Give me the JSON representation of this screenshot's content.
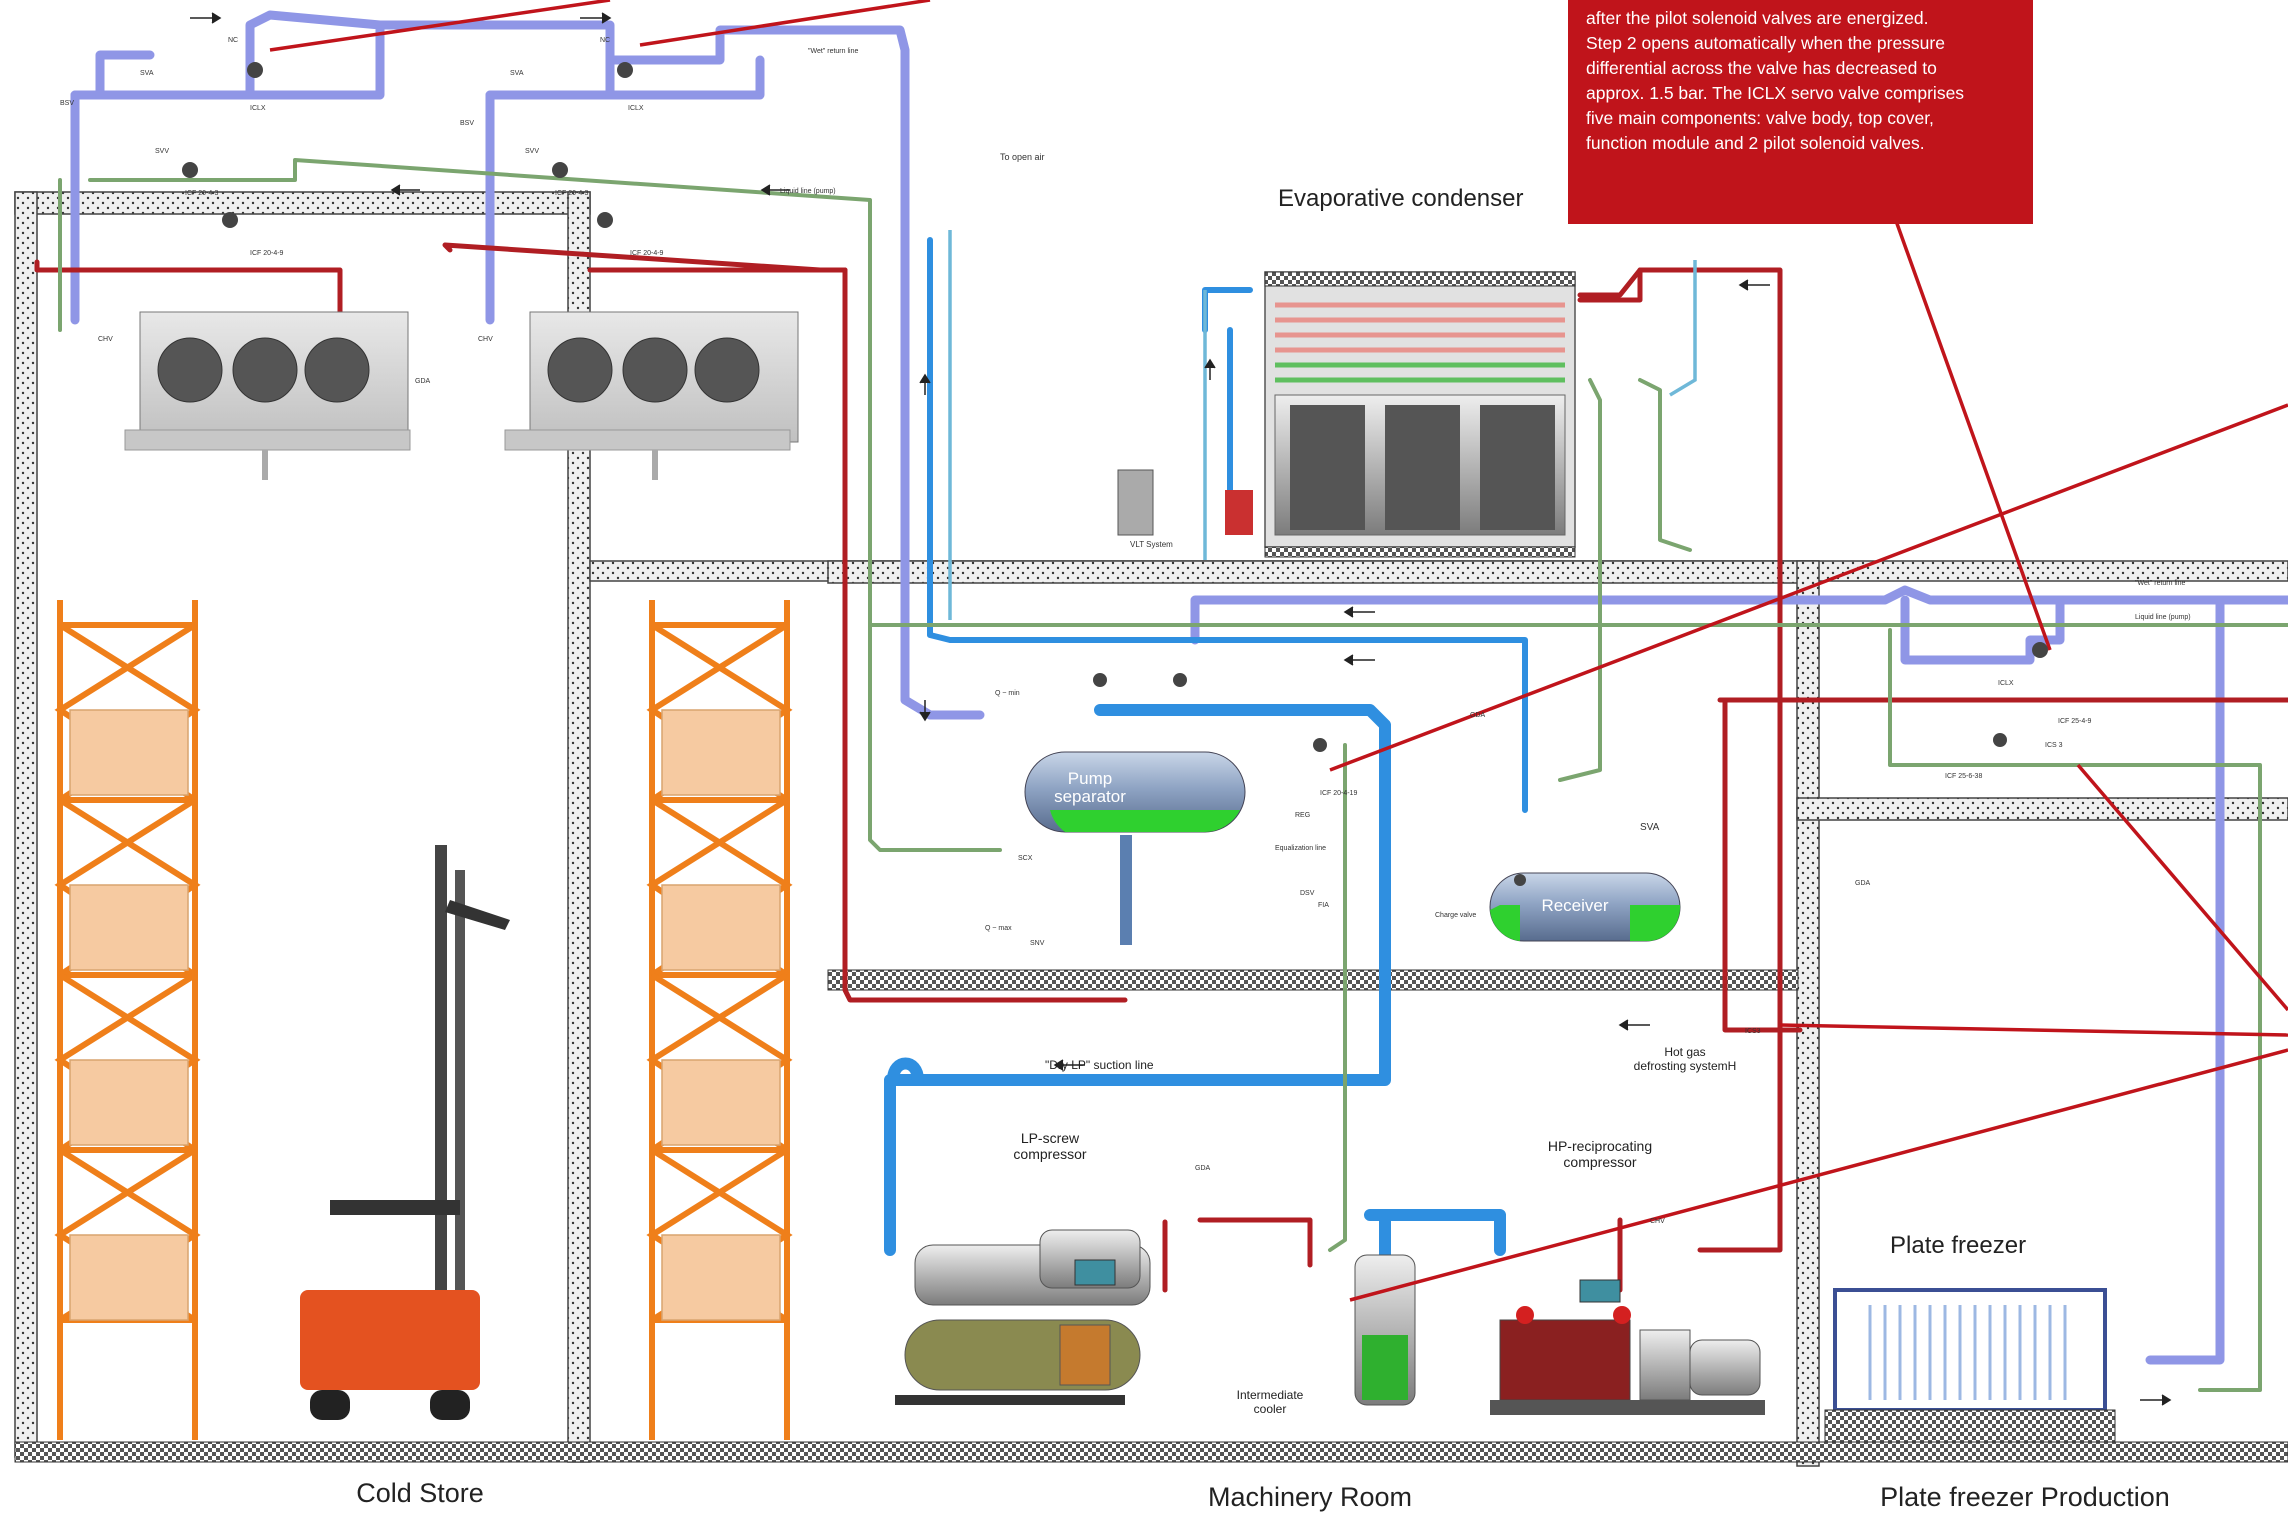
{
  "callout": {
    "lines": [
      "after the pilot solenoid valves are energized.",
      "Step 2 opens automatically when the pressure",
      "differential across the valve has decreased to",
      "approx. 1.5 bar. The ICLX servo valve comprises",
      "five main components: valve body, top cover,",
      "function module and 2 pilot solenoid valves."
    ]
  },
  "areas": {
    "cold_store": "Cold Store",
    "machinery_room": "Machinery Room",
    "plate_freezer_production": "Plate freezer Production"
  },
  "equipment": {
    "evaporative_condenser": "Evaporative condenser",
    "pump_separator": [
      "Pump",
      "separator"
    ],
    "receiver": "Receiver",
    "lp_screw_compressor": [
      "LP-screw",
      "compressor"
    ],
    "hp_reciprocating_compressor": [
      "HP-reciprocating",
      "compressor"
    ],
    "intermediate_cooler": [
      "Intermediate",
      "cooler"
    ],
    "plate_freezer": "Plate freezer",
    "vlt_system": "VLT System",
    "hot_gas_defrost": [
      "Hot gas",
      "defrosting systemH"
    ]
  },
  "lines": {
    "wet_return": "\"Wet\" return line",
    "liquid_pump": "Liquid line (pump)",
    "to_open_air": "To open air",
    "dry_lp_suction": "\"Dry LP\" suction line",
    "equalization": "Equalization line",
    "charge_valve": "Charge valve"
  },
  "valve_tags": {
    "iclx": "ICLX",
    "svv": "SVV",
    "sva": "SVA",
    "chv": "CHV",
    "bsv": "BSV",
    "ics3": "ICS3",
    "icf_20_4_3": "ICF 20-4-3",
    "icf_20_4_9": "ICF 20-4-9",
    "icf_20_4_19": "ICF 20-4-19",
    "icf_25_4_9": "ICF 25-4-9",
    "icf_25_6_38": "ICF 25-6-38",
    "ics_3": "ICS 3",
    "gda": "GDA",
    "reg": "REG",
    "nc": "NC",
    "scx": "SCX",
    "q_max": "Q ~ max",
    "q_min": "Q ~ min",
    "snv": "SNV",
    "dsv": "DSV",
    "fia": "FIA"
  },
  "colors": {
    "hot_gas": "#b01e23",
    "suction": "#2f8fe0",
    "wet_return": "#8f96e6",
    "liquid": "#2f9e2f",
    "liquid_line": "#7ba56f",
    "callout": "#c0141b",
    "rack": "#ef7f1a",
    "pallet": "#f6caa1",
    "wall_fill": "#eeeeee",
    "floor_fill": "#cccccc"
  }
}
